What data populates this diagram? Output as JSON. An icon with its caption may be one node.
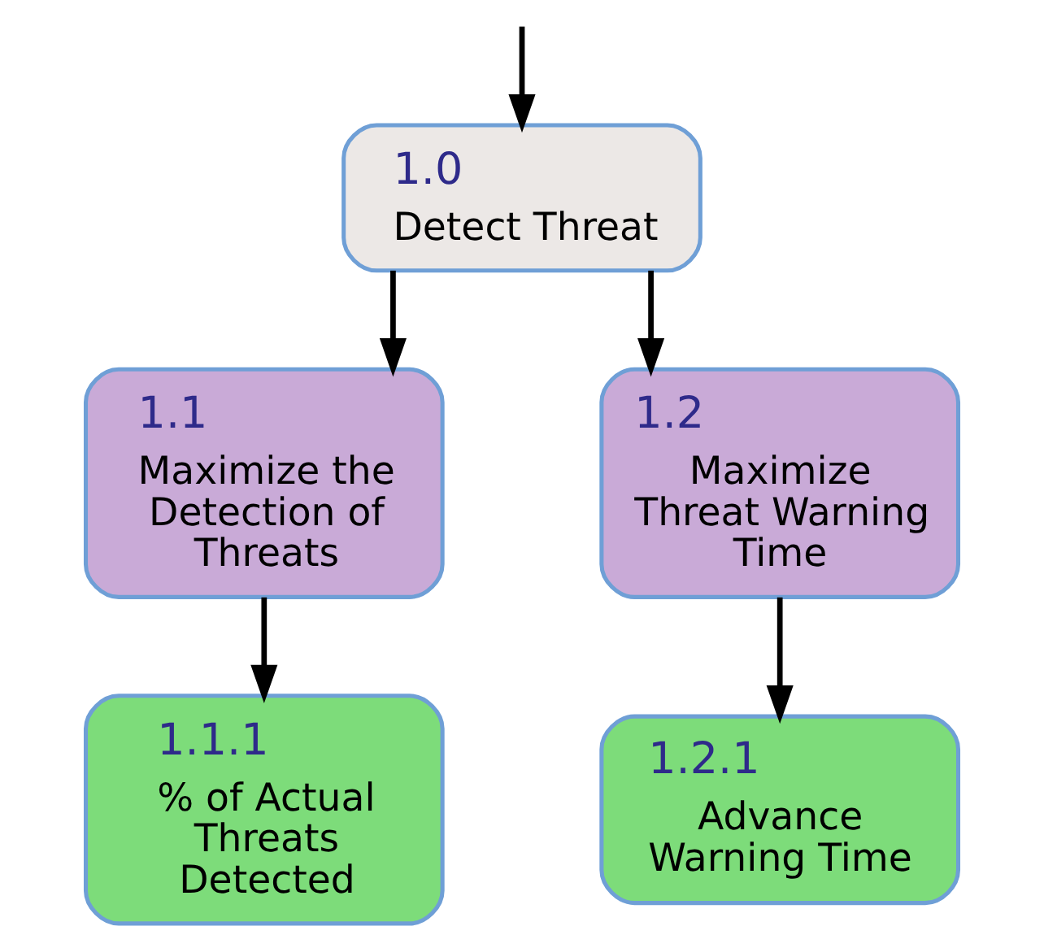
{
  "diagram": {
    "nodes": [
      {
        "text": [
          "1.0",
          "Detect Threat"
        ]
      },
      {
        "text": [
          "1.1",
          "Maximize the Detection of Threats"
        ]
      },
      {
        "text": [
          "1.2",
          "Maximize Threat Warning Time"
        ]
      },
      {
        "text": [
          "1.1.1",
          "% of Actual Threats Detected"
        ]
      },
      {
        "text": [
          "1.2.1",
          "Advance Warning Time"
        ]
      }
    ],
    "edges": [
      {
        "from": null,
        "to": 0,
        "arrow": "to"
      },
      {
        "from": 0,
        "to": 1,
        "arrow": "to"
      },
      {
        "from": 0,
        "to": 2,
        "arrow": "to"
      },
      {
        "from": 1,
        "to": 3,
        "arrow": "to"
      },
      {
        "from": 2,
        "to": 4,
        "arrow": "to"
      }
    ]
  }
}
